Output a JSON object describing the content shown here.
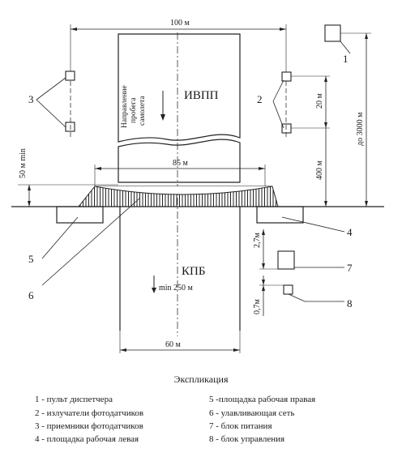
{
  "runway": {
    "name": "ИВПП",
    "direction_label": [
      "Направление",
      "пробега",
      "самолета"
    ]
  },
  "safety_strip": {
    "name": "КПБ",
    "dim_label": "min 250 м"
  },
  "dimensions": {
    "total_width": "100 м",
    "net_width": "85 м",
    "strip_width": "60 м",
    "distance_50": "50 м min",
    "receiver_spacing": "20 м",
    "distance_400": "400 м",
    "distance_3000": "до 3000 м",
    "offset_27": "2,7м",
    "offset_07": "0,7м"
  },
  "callouts": {
    "c1": "1",
    "c2": "2",
    "c3": "3",
    "c4": "4",
    "c5": "5",
    "c6": "6",
    "c7": "7",
    "c8": "8"
  },
  "legend": {
    "title": "Экспликация",
    "items": [
      "1 - пульт диспетчера",
      "2 - излучатели фотодатчиков",
      "3 - приемники фотодатчиков",
      "4 - площадка рабочая левая",
      "5 -площадка рабочая правая",
      "6 - улавливающая сеть",
      "7 - блок питания",
      "8 - блок управления"
    ]
  }
}
